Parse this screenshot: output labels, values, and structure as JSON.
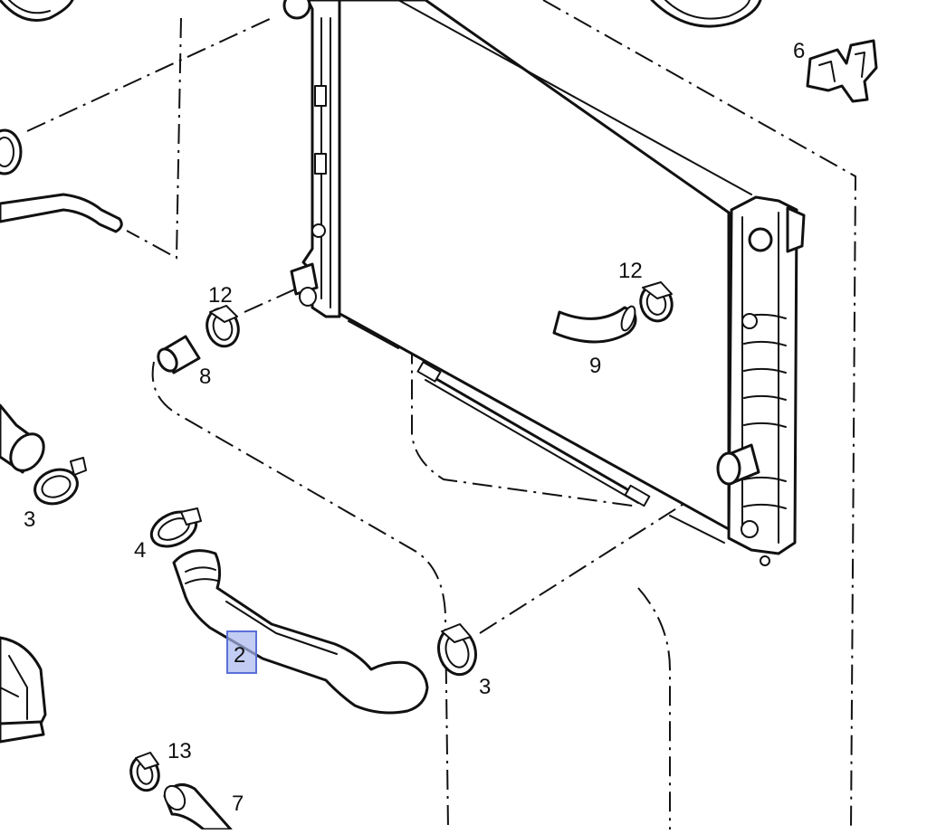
{
  "diagram": {
    "labels": {
      "radiator_hose_lower": "2",
      "clamp_left": "3",
      "clamp_right": "3",
      "clamp_upper": "4",
      "clip": "6",
      "hose_bottom": "7",
      "connector": "8",
      "hose_small": "9",
      "clamp_12_left": "12",
      "clamp_12_right": "12",
      "clamp_13": "13"
    },
    "highlight_color": "#a9b8f0"
  }
}
